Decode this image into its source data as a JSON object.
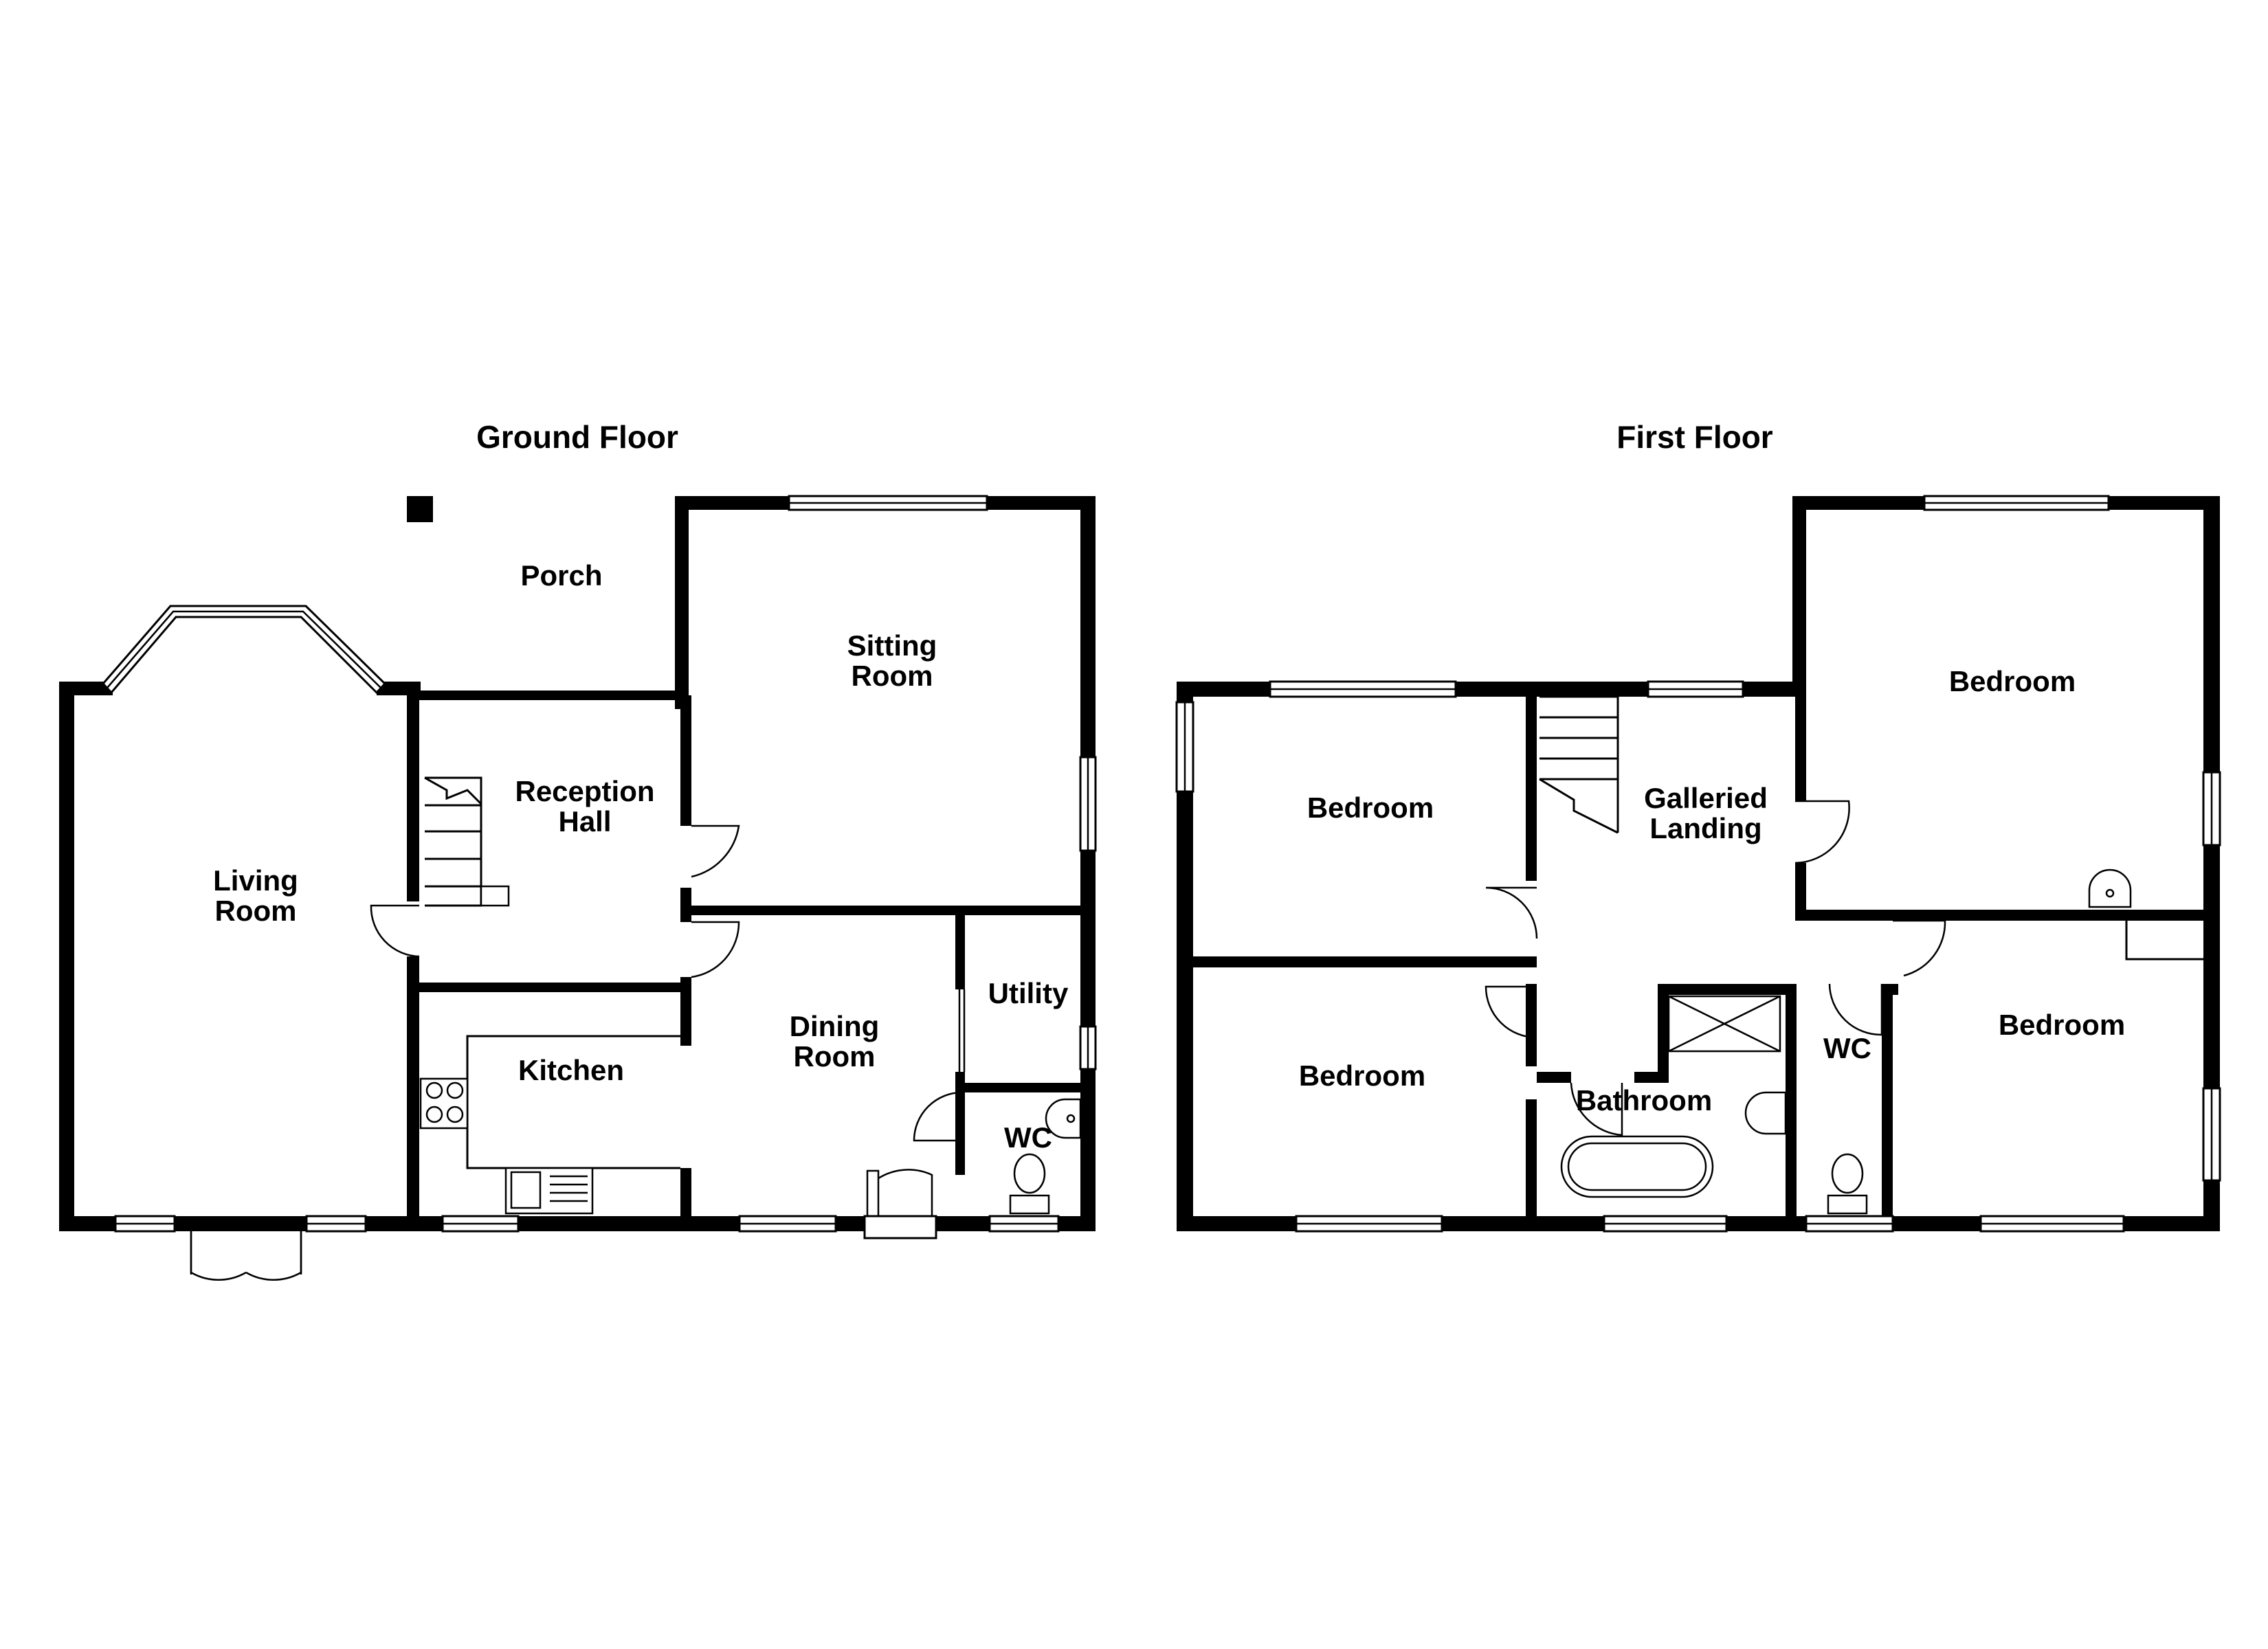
{
  "floors": [
    {
      "title": "Ground Floor",
      "rooms": {
        "porch": [
          "Porch"
        ],
        "sitting_room": [
          "Sitting",
          "Room"
        ],
        "reception_hall": [
          "Reception",
          "Hall"
        ],
        "living_room": [
          "Living",
          "Room"
        ],
        "kitchen": [
          "Kitchen"
        ],
        "dining_room": [
          "Dining",
          "Room"
        ],
        "utility": [
          "Utility"
        ],
        "wc": [
          "WC"
        ]
      }
    },
    {
      "title": "First Floor",
      "rooms": {
        "bedroom_front_left": [
          "Bedroom"
        ],
        "bedroom_rear_left": [
          "Bedroom"
        ],
        "galleried_landing": [
          "Galleried",
          "Landing"
        ],
        "bedroom_master": [
          "Bedroom"
        ],
        "bedroom_rear_right": [
          "Bedroom"
        ],
        "bathroom": [
          "Bathroom"
        ],
        "wc": [
          "WC"
        ]
      }
    }
  ]
}
